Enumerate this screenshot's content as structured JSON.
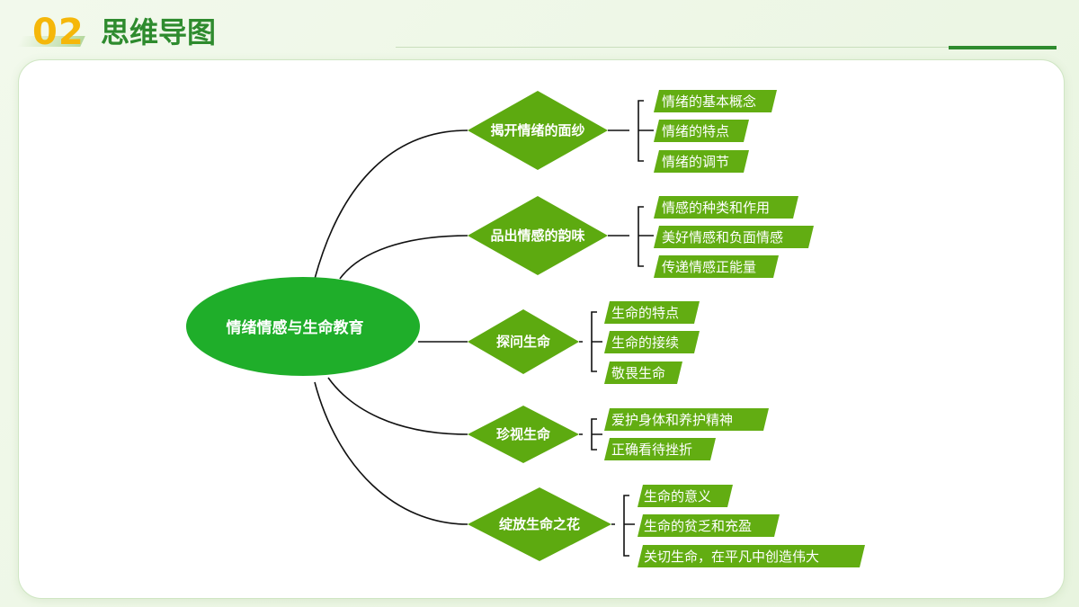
{
  "header": {
    "number": "02",
    "title": "思维导图"
  },
  "colors": {
    "root": "#1fae2a",
    "branch": "#5daa10",
    "leaf": "#62ad12",
    "title_green": "#2e8b2e",
    "number_yellow": "#f5b70a"
  },
  "mindmap": {
    "root": "情绪情感与生命教育",
    "branches": [
      {
        "label": "揭开情绪的面纱",
        "leaves": [
          "情绪的基本概念",
          "情绪的特点",
          "情绪的调节"
        ]
      },
      {
        "label": "品出情感的韵味",
        "leaves": [
          "情感的种类和作用",
          "美好情感和负面情感",
          "传递情感正能量"
        ]
      },
      {
        "label": "探问生命",
        "leaves": [
          "生命的特点",
          "生命的接续",
          "敬畏生命"
        ]
      },
      {
        "label": "珍视生命",
        "leaves": [
          "爱护身体和养护精神",
          "正确看待挫折"
        ]
      },
      {
        "label": "绽放生命之花",
        "leaves": [
          "生命的意义",
          "生命的贫乏和充盈",
          "关切生命，在平凡中创造伟大"
        ]
      }
    ]
  }
}
